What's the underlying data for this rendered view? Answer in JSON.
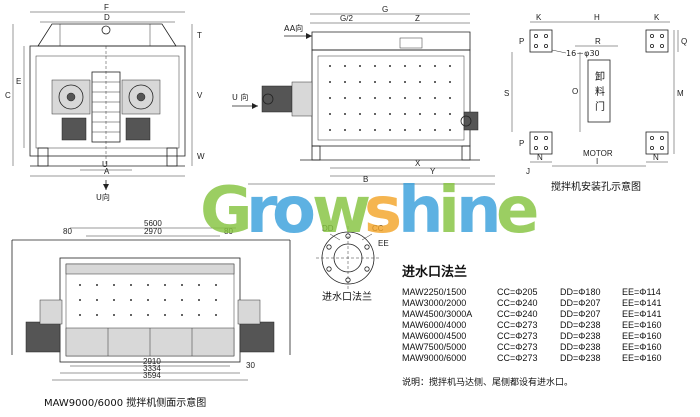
{
  "colors": {
    "wm_green": "#86c440",
    "wm_blue": "#3aa0dc",
    "wm_orange": "#f4a52a"
  },
  "front_view": {
    "dims": {
      "F": "F",
      "D": "D",
      "T": "T",
      "E": "E",
      "C": "C",
      "V": "V",
      "W": "W",
      "U": "U",
      "A": "A"
    },
    "u_label": "U向"
  },
  "side_view": {
    "dims": {
      "G": "G",
      "G2": "G/2",
      "Z": "Z",
      "B": "B",
      "X": "X",
      "Y": "Y"
    },
    "aa_label": "AA向",
    "u_label": "U 向"
  },
  "plan_view": {
    "dims": {
      "K1": "K",
      "K2": "K",
      "H": "H",
      "P1": "P",
      "P2": "P",
      "R": "R",
      "Q": "Q",
      "S": "S",
      "O": "O",
      "M": "M",
      "N1": "N",
      "N2": "N",
      "I": "I",
      "J": "J",
      "hole": "16－φ30"
    },
    "unload": "卸\n料\n门",
    "motor": "MOTOR",
    "caption": "搅拌机安装孔示意图"
  },
  "big_view": {
    "dims": {
      "d5600": "5600",
      "d2970": "2970",
      "d80a": "80",
      "d80b": "80",
      "d2910": "2910",
      "d3334": "3334",
      "d3594": "3594",
      "d30": "30"
    },
    "caption": "MAW9000/6000 搅拌机侧面示意图"
  },
  "flange": {
    "labels": {
      "DD": "DD",
      "CC": "CC",
      "EE": "EE"
    },
    "caption": "进水口法兰"
  },
  "table": {
    "title": "进水口法兰",
    "rows": [
      {
        "model": "MAW2250/1500",
        "cc": "CC=Φ205",
        "dd": "DD=Φ180",
        "ee": "EE=Φ114"
      },
      {
        "model": "MAW3000/2000",
        "cc": "CC=Φ240",
        "dd": "DD=Φ207",
        "ee": "EE=Φ141"
      },
      {
        "model": "MAW4500/3000A",
        "cc": "CC=Φ240",
        "dd": "DD=Φ207",
        "ee": "EE=Φ141"
      },
      {
        "model": "MAW6000/4000",
        "cc": "CC=Φ273",
        "dd": "DD=Φ238",
        "ee": "EE=Φ160"
      },
      {
        "model": "MAW6000/4500",
        "cc": "CC=Φ273",
        "dd": "DD=Φ238",
        "ee": "EE=Φ160"
      },
      {
        "model": "MAW7500/5000",
        "cc": "CC=Φ273",
        "dd": "DD=Φ238",
        "ee": "EE=Φ160"
      },
      {
        "model": "MAW9000/6000",
        "cc": "CC=Φ273",
        "dd": "DD=Φ238",
        "ee": "EE=Φ160"
      }
    ],
    "note": "说明：搅拌机马达侧、尾侧都设有进水口。"
  },
  "watermark": {
    "letters": [
      {
        "ch": "G",
        "color": "#86c440"
      },
      {
        "ch": "r",
        "color": "#3aa0dc"
      },
      {
        "ch": "o",
        "color": "#3aa0dc"
      },
      {
        "ch": "w",
        "color": "#86c440"
      },
      {
        "ch": "s",
        "color": "#f4a52a"
      },
      {
        "ch": "h",
        "color": "#3aa0dc"
      },
      {
        "ch": "i",
        "color": "#86c440"
      },
      {
        "ch": "n",
        "color": "#3aa0dc"
      },
      {
        "ch": "e",
        "color": "#86c440"
      }
    ]
  }
}
